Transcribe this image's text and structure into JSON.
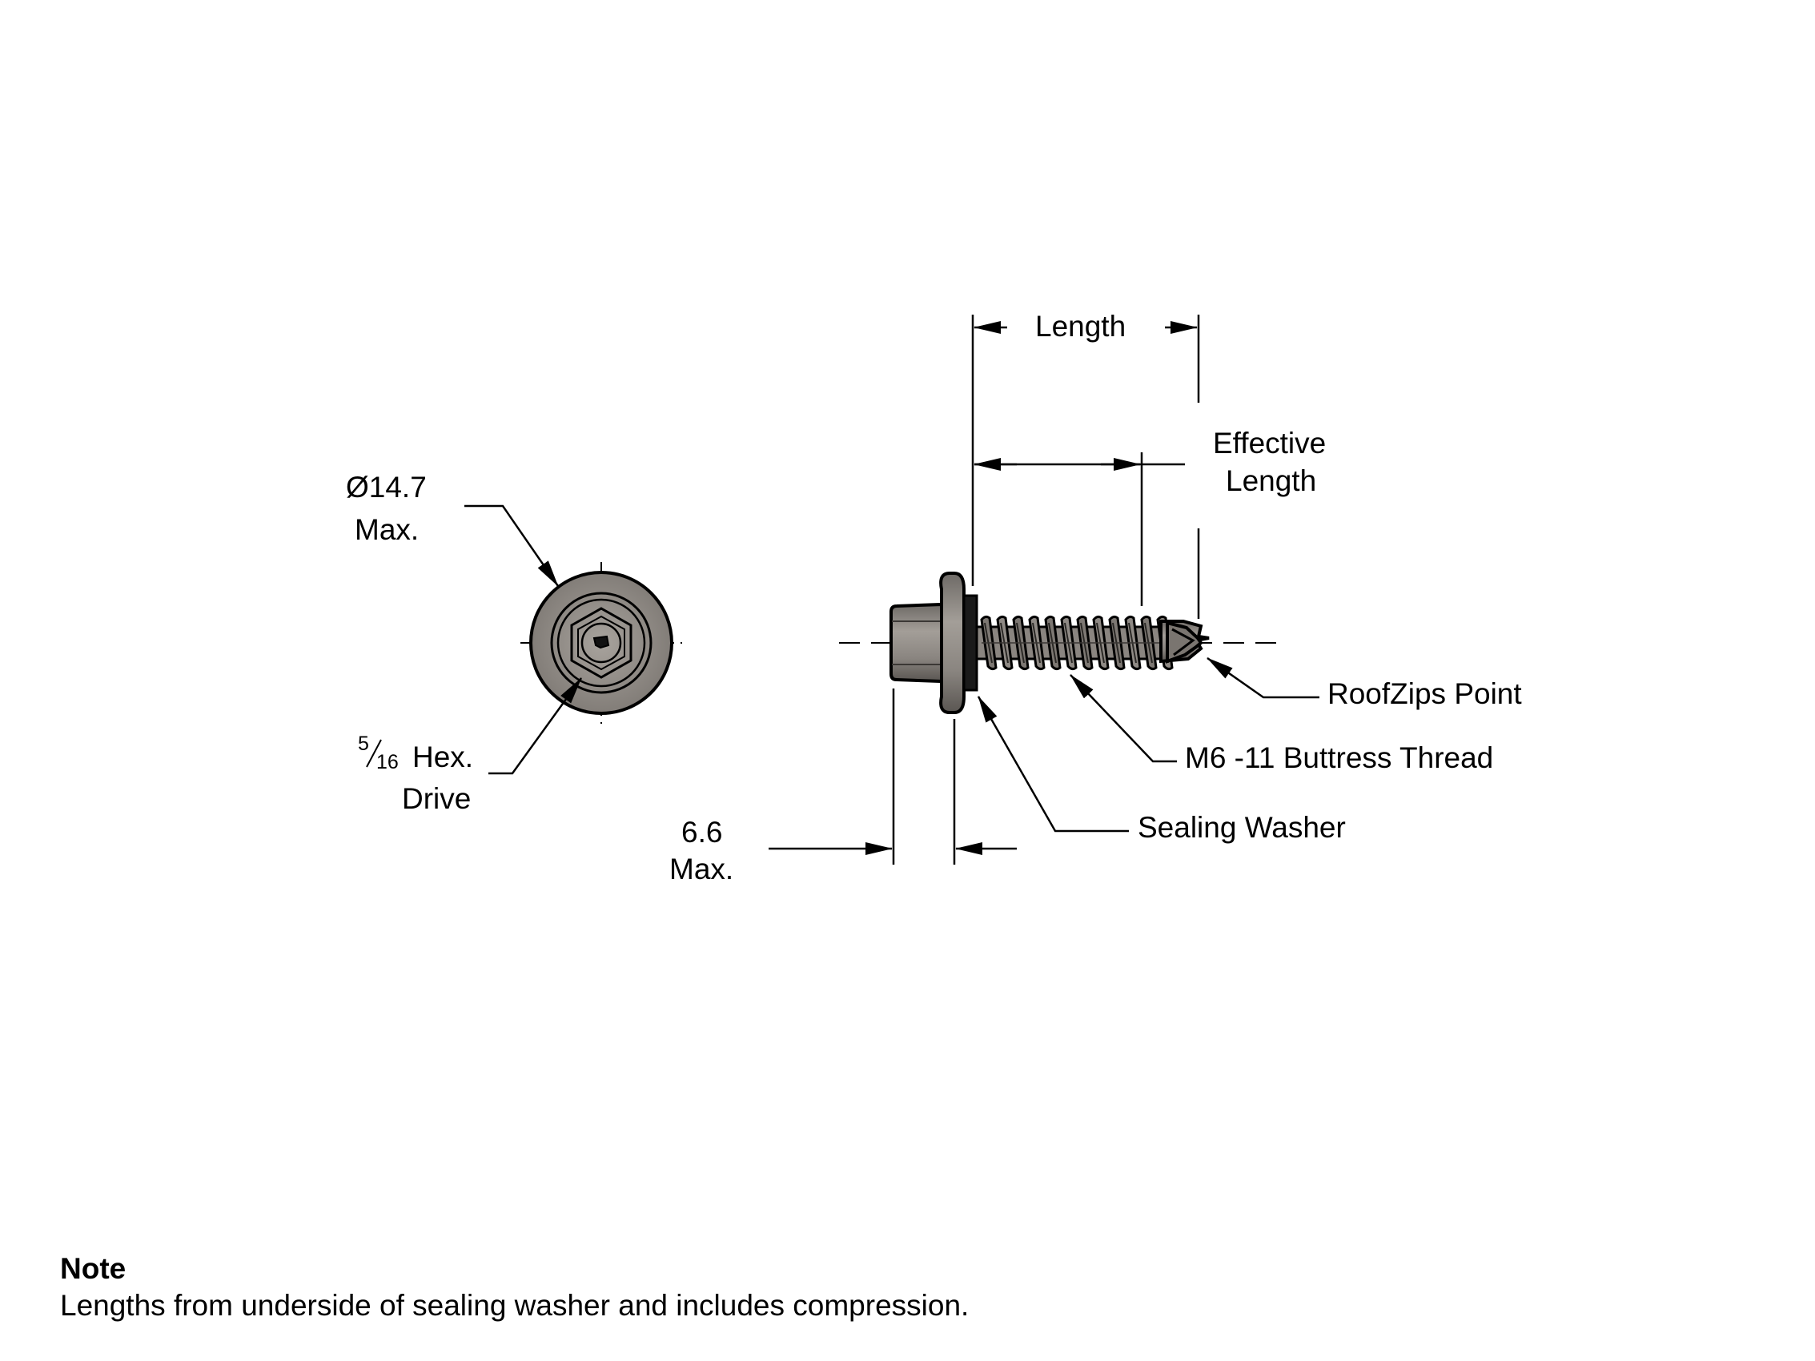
{
  "drawing": {
    "colors": {
      "line": "#000000",
      "metal": "#8a8580",
      "metal_dark": "#4a4744",
      "washer": "#1a1a1a",
      "background": "#ffffff"
    },
    "end_view": {
      "diameter_label": "Ø14.7",
      "diameter_sub": "Max.",
      "drive_fraction_num": "5",
      "drive_fraction_den": "16",
      "drive_label": "Hex.",
      "drive_sub": "Drive"
    },
    "side_view": {
      "length_label": "Length",
      "effective_label_line1": "Effective",
      "effective_label_line2": "Length",
      "point_label": "RoofZips Point",
      "thread_label": "M6 -11 Buttress Thread",
      "washer_label": "Sealing Washer",
      "head_height_label": "6.6",
      "head_height_sub": "Max."
    }
  },
  "note": {
    "title": "Note",
    "text": "Lengths from underside of sealing washer and includes compression."
  }
}
